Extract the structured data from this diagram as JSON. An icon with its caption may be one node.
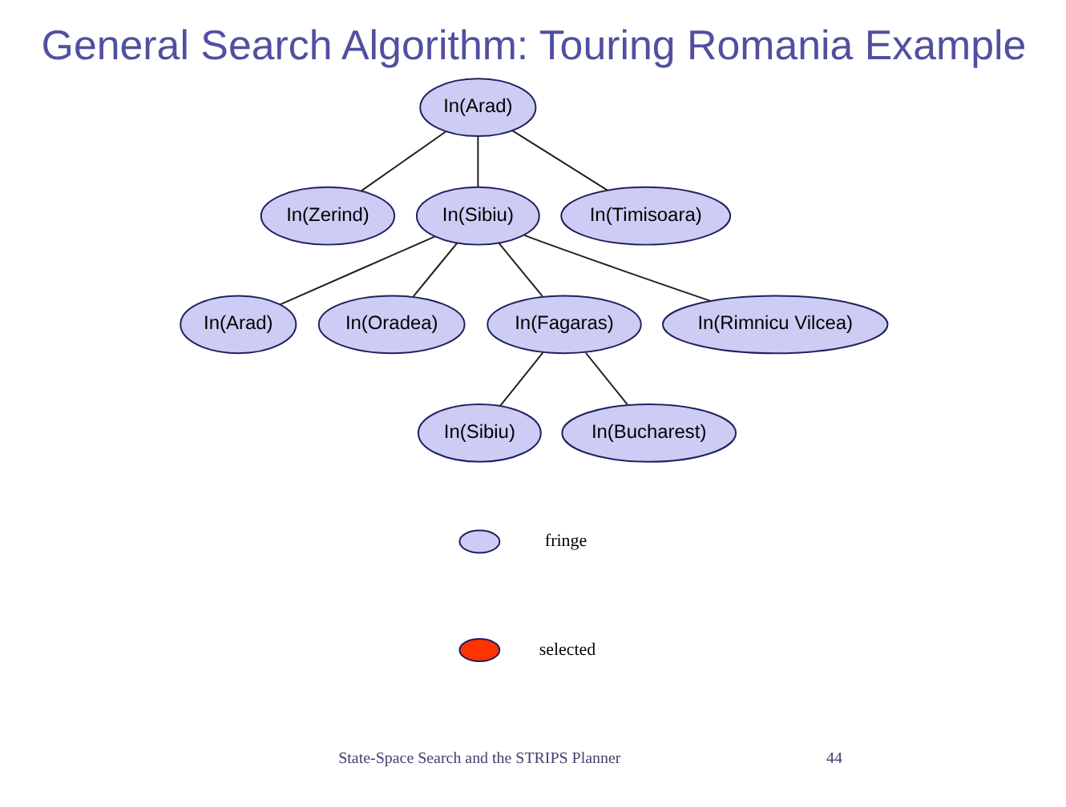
{
  "diagram": {
    "title": "General Search Algorithm: Touring Romania Example",
    "nodes": [
      {
        "text": [
          "In(Arad)"
        ]
      },
      {
        "text": [
          "In(Zerind)"
        ]
      },
      {
        "text": [
          "In(Sibiu)"
        ]
      },
      {
        "text": [
          "In(Timisoara)"
        ]
      },
      {
        "text": [
          "In(Arad)"
        ]
      },
      {
        "text": [
          "In(Oradea)"
        ]
      },
      {
        "text": [
          "In(Fagaras)"
        ]
      },
      {
        "text": [
          "In(Rimnicu Vilcea)"
        ]
      },
      {
        "text": [
          "In(Sibiu)"
        ]
      },
      {
        "text": [
          "In(Bucharest)"
        ]
      }
    ],
    "edges": [
      {
        "from": 0,
        "to": 1,
        "arrow": "none"
      },
      {
        "from": 0,
        "to": 2,
        "arrow": "none"
      },
      {
        "from": 0,
        "to": 3,
        "arrow": "none"
      },
      {
        "from": 2,
        "to": 4,
        "arrow": "none"
      },
      {
        "from": 2,
        "to": 5,
        "arrow": "none"
      },
      {
        "from": 2,
        "to": 6,
        "arrow": "none"
      },
      {
        "from": 2,
        "to": 7,
        "arrow": "none"
      },
      {
        "from": 6,
        "to": 8,
        "arrow": "none"
      },
      {
        "from": 6,
        "to": 9,
        "arrow": "none"
      }
    ],
    "labels": [
      "State-Space Search and the STRIPS Planner",
      "44"
    ],
    "legend": [
      {
        "text": "fringe",
        "color": "#ccccf5"
      },
      {
        "text": "selected",
        "color": "#ff3300"
      }
    ]
  }
}
